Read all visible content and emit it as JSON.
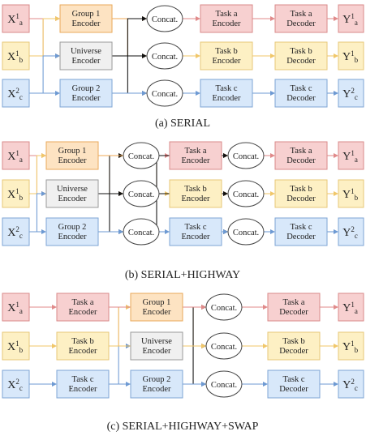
{
  "panels": [
    {
      "caption": "(a) SERIAL",
      "nodes": [
        {
          "id": "x1a",
          "type": "input",
          "base": "X",
          "sup": "1",
          "sub": "a",
          "color": "red"
        },
        {
          "id": "x1b",
          "type": "input",
          "base": "X",
          "sup": "1",
          "sub": "b",
          "color": "yellow"
        },
        {
          "id": "x2c",
          "type": "input",
          "base": "X",
          "sup": "2",
          "sub": "c",
          "color": "blue"
        },
        {
          "id": "g1",
          "type": "box",
          "lines": [
            "Group 1",
            "Encoder"
          ],
          "color": "orange"
        },
        {
          "id": "ue",
          "type": "box",
          "lines": [
            "Universe",
            "Encoder"
          ],
          "color": "gray"
        },
        {
          "id": "g2",
          "type": "box",
          "lines": [
            "Group 2",
            "Encoder"
          ],
          "color": "blue"
        },
        {
          "id": "c1",
          "type": "ellipse",
          "lines": [
            "Concat."
          ]
        },
        {
          "id": "c2",
          "type": "ellipse",
          "lines": [
            "Concat."
          ]
        },
        {
          "id": "c3",
          "type": "ellipse",
          "lines": [
            "Concat."
          ]
        },
        {
          "id": "tea",
          "type": "box",
          "lines": [
            "Task a",
            "Encoder"
          ],
          "color": "red"
        },
        {
          "id": "teb",
          "type": "box",
          "lines": [
            "Task b",
            "Encoder"
          ],
          "color": "yellow"
        },
        {
          "id": "tec",
          "type": "box",
          "lines": [
            "Task c",
            "Encoder"
          ],
          "color": "blue"
        },
        {
          "id": "tda",
          "type": "box",
          "lines": [
            "Task a",
            "Decoder"
          ],
          "color": "red"
        },
        {
          "id": "tdb",
          "type": "box",
          "lines": [
            "Task b",
            "Decoder"
          ],
          "color": "yellow"
        },
        {
          "id": "tdc",
          "type": "box",
          "lines": [
            "Task c",
            "Decoder"
          ],
          "color": "blue"
        },
        {
          "id": "y1a",
          "type": "input",
          "base": "Y",
          "sup": "1",
          "sub": "a",
          "color": "red"
        },
        {
          "id": "y1b",
          "type": "input",
          "base": "Y",
          "sup": "1",
          "sub": "b",
          "color": "yellow"
        },
        {
          "id": "y2c",
          "type": "input",
          "base": "Y",
          "sup": "2",
          "sub": "c",
          "color": "blue"
        }
      ],
      "edges": [
        [
          "x1a",
          "g1",
          "red"
        ],
        [
          "x1a",
          "ue",
          "red"
        ],
        [
          "x1b",
          "g1",
          "yellow"
        ],
        [
          "x1b",
          "ue",
          "yellow"
        ],
        [
          "x2c",
          "g2",
          "blue"
        ],
        [
          "x2c",
          "ue",
          "blue"
        ],
        [
          "g1",
          "c1",
          "orange"
        ],
        [
          "g1",
          "c2",
          "orange"
        ],
        [
          "ue",
          "c1",
          "black"
        ],
        [
          "ue",
          "c2",
          "black"
        ],
        [
          "ue",
          "c3",
          "black"
        ],
        [
          "g2",
          "c3",
          "blue"
        ],
        [
          "c1",
          "tea",
          "red"
        ],
        [
          "c2",
          "teb",
          "yellow"
        ],
        [
          "c3",
          "tec",
          "blue"
        ],
        [
          "tea",
          "tda",
          "red"
        ],
        [
          "teb",
          "tdb",
          "yellow"
        ],
        [
          "tec",
          "tdc",
          "blue"
        ],
        [
          "tda",
          "y1a",
          "red"
        ],
        [
          "tdb",
          "y1b",
          "yellow"
        ],
        [
          "tdc",
          "y2c",
          "blue"
        ]
      ]
    },
    {
      "caption": "(b) SERIAL+HIGHWAY",
      "nodes": [
        {
          "id": "x1a",
          "type": "input",
          "base": "X",
          "sup": "1",
          "sub": "a",
          "color": "red"
        },
        {
          "id": "x1b",
          "type": "input",
          "base": "X",
          "sup": "1",
          "sub": "b",
          "color": "yellow"
        },
        {
          "id": "x2c",
          "type": "input",
          "base": "X",
          "sup": "2",
          "sub": "c",
          "color": "blue"
        },
        {
          "id": "g1",
          "type": "box",
          "lines": [
            "Group 1",
            "Encoder"
          ],
          "color": "orange"
        },
        {
          "id": "ue",
          "type": "box",
          "lines": [
            "Universe",
            "Encoder"
          ],
          "color": "gray"
        },
        {
          "id": "g2",
          "type": "box",
          "lines": [
            "Group 2",
            "Encoder"
          ],
          "color": "blue"
        },
        {
          "id": "c1",
          "type": "ellipse",
          "lines": [
            "Concat."
          ]
        },
        {
          "id": "c2",
          "type": "ellipse",
          "lines": [
            "Concat."
          ]
        },
        {
          "id": "c3",
          "type": "ellipse",
          "lines": [
            "Concat."
          ]
        },
        {
          "id": "tea",
          "type": "box",
          "lines": [
            "Task a",
            "Encoder"
          ],
          "color": "red"
        },
        {
          "id": "teb",
          "type": "box",
          "lines": [
            "Task b",
            "Encoder"
          ],
          "color": "yellow"
        },
        {
          "id": "tec",
          "type": "box",
          "lines": [
            "Task c",
            "Encoder"
          ],
          "color": "blue"
        },
        {
          "id": "c4",
          "type": "ellipse",
          "lines": [
            "Concat."
          ]
        },
        {
          "id": "c5",
          "type": "ellipse",
          "lines": [
            "Concat."
          ]
        },
        {
          "id": "c6",
          "type": "ellipse",
          "lines": [
            "Concat."
          ]
        },
        {
          "id": "tda",
          "type": "box",
          "lines": [
            "Task a",
            "Decoder"
          ],
          "color": "red"
        },
        {
          "id": "tdb",
          "type": "box",
          "lines": [
            "Task b",
            "Decoder"
          ],
          "color": "yellow"
        },
        {
          "id": "tdc",
          "type": "box",
          "lines": [
            "Task c",
            "Decoder"
          ],
          "color": "blue"
        },
        {
          "id": "y1a",
          "type": "input",
          "base": "Y",
          "sup": "1",
          "sub": "a",
          "color": "red"
        },
        {
          "id": "y1b",
          "type": "input",
          "base": "Y",
          "sup": "1",
          "sub": "b",
          "color": "yellow"
        },
        {
          "id": "y2c",
          "type": "input",
          "base": "Y",
          "sup": "2",
          "sub": "c",
          "color": "blue"
        }
      ],
      "edges": [
        [
          "x1a",
          "g1",
          "red"
        ],
        [
          "x1a",
          "ue",
          "red"
        ],
        [
          "x1b",
          "g1",
          "yellow"
        ],
        [
          "x1b",
          "ue",
          "yellow"
        ],
        [
          "x2c",
          "g2",
          "blue"
        ],
        [
          "x2c",
          "ue",
          "blue"
        ],
        [
          "g1",
          "c1",
          "orange"
        ],
        [
          "g1",
          "c2",
          "orange"
        ],
        [
          "ue",
          "c1",
          "black"
        ],
        [
          "ue",
          "c2",
          "black"
        ],
        [
          "ue",
          "c3",
          "black"
        ],
        [
          "g2",
          "c3",
          "blue"
        ],
        [
          "c1",
          "tea",
          "red"
        ],
        [
          "c2",
          "teb",
          "yellow"
        ],
        [
          "c3",
          "tec",
          "blue"
        ],
        [
          "tea",
          "c4",
          "red"
        ],
        [
          "teb",
          "c5",
          "yellow"
        ],
        [
          "tec",
          "c6",
          "blue"
        ],
        [
          "g1",
          "c4",
          "orange"
        ],
        [
          "g1",
          "c5",
          "orange"
        ],
        [
          "ue",
          "c4",
          "black"
        ],
        [
          "ue",
          "c5",
          "black"
        ],
        [
          "ue",
          "c6",
          "black"
        ],
        [
          "g2",
          "c6",
          "blue"
        ],
        [
          "c4",
          "tda",
          "red"
        ],
        [
          "c5",
          "tdb",
          "yellow"
        ],
        [
          "c6",
          "tdc",
          "blue"
        ],
        [
          "tda",
          "y1a",
          "red"
        ],
        [
          "tdb",
          "y1b",
          "yellow"
        ],
        [
          "tdc",
          "y2c",
          "blue"
        ]
      ]
    },
    {
      "caption": "(c) SERIAL+HIGHWAY+SWAP",
      "nodes": [
        {
          "id": "x1a",
          "type": "input",
          "base": "X",
          "sup": "1",
          "sub": "a",
          "color": "red"
        },
        {
          "id": "x1b",
          "type": "input",
          "base": "X",
          "sup": "1",
          "sub": "b",
          "color": "yellow"
        },
        {
          "id": "x2c",
          "type": "input",
          "base": "X",
          "sup": "2",
          "sub": "c",
          "color": "blue"
        },
        {
          "id": "tea",
          "type": "box",
          "lines": [
            "Task a",
            "Encoder"
          ],
          "color": "red"
        },
        {
          "id": "teb",
          "type": "box",
          "lines": [
            "Task b",
            "Encoder"
          ],
          "color": "yellow"
        },
        {
          "id": "tec",
          "type": "box",
          "lines": [
            "Task c",
            "Encoder"
          ],
          "color": "blue"
        },
        {
          "id": "g1",
          "type": "box",
          "lines": [
            "Group 1",
            "Encoder"
          ],
          "color": "orange"
        },
        {
          "id": "ue",
          "type": "box",
          "lines": [
            "Universe",
            "Encoder"
          ],
          "color": "gray"
        },
        {
          "id": "g2",
          "type": "box",
          "lines": [
            "Group 2",
            "Encoder"
          ],
          "color": "blue"
        },
        {
          "id": "c1",
          "type": "ellipse",
          "lines": [
            "Concat."
          ]
        },
        {
          "id": "c2",
          "type": "ellipse",
          "lines": [
            "Concat."
          ]
        },
        {
          "id": "c3",
          "type": "ellipse",
          "lines": [
            "Concat."
          ]
        },
        {
          "id": "tda",
          "type": "box",
          "lines": [
            "Task a",
            "Decoder"
          ],
          "color": "red"
        },
        {
          "id": "tdb",
          "type": "box",
          "lines": [
            "Task b",
            "Decoder"
          ],
          "color": "yellow"
        },
        {
          "id": "tdc",
          "type": "box",
          "lines": [
            "Task c",
            "Decoder"
          ],
          "color": "blue"
        },
        {
          "id": "y1a",
          "type": "input",
          "base": "Y",
          "sup": "1",
          "sub": "a",
          "color": "red"
        },
        {
          "id": "y1b",
          "type": "input",
          "base": "Y",
          "sup": "1",
          "sub": "b",
          "color": "yellow"
        },
        {
          "id": "y2c",
          "type": "input",
          "base": "Y",
          "sup": "2",
          "sub": "c",
          "color": "blue"
        }
      ],
      "edges": [
        [
          "x1a",
          "tea",
          "red"
        ],
        [
          "x1b",
          "teb",
          "yellow"
        ],
        [
          "x2c",
          "tec",
          "blue"
        ],
        [
          "tea",
          "g1",
          "red"
        ],
        [
          "tea",
          "ue",
          "red"
        ],
        [
          "teb",
          "g1",
          "yellow"
        ],
        [
          "teb",
          "ue",
          "yellow"
        ],
        [
          "tec",
          "g2",
          "blue"
        ],
        [
          "tec",
          "ue",
          "blue"
        ],
        [
          "g1",
          "c1",
          "orange"
        ],
        [
          "g1",
          "c2",
          "orange"
        ],
        [
          "ue",
          "c1",
          "black"
        ],
        [
          "ue",
          "c2",
          "black"
        ],
        [
          "ue",
          "c3",
          "black"
        ],
        [
          "g2",
          "c3",
          "blue"
        ],
        [
          "tea",
          "c1",
          "red"
        ],
        [
          "teb",
          "c2",
          "yellow"
        ],
        [
          "tec",
          "c3",
          "blue"
        ],
        [
          "c1",
          "tda",
          "red"
        ],
        [
          "c2",
          "tdb",
          "yellow"
        ],
        [
          "c3",
          "tdc",
          "blue"
        ],
        [
          "tda",
          "y1a",
          "red"
        ],
        [
          "tdb",
          "y1b",
          "yellow"
        ],
        [
          "tdc",
          "y2c",
          "blue"
        ]
      ]
    }
  ],
  "colors": {
    "red": {
      "fill": "#f7d0d0",
      "stroke": "#d98a8a",
      "line": "#e08a8a"
    },
    "yellow": {
      "fill": "#fdf0c4",
      "stroke": "#e7c777",
      "line": "#f0c76a"
    },
    "orange": {
      "fill": "#fde3c2",
      "stroke": "#e9a95b",
      "line": "#efa854"
    },
    "blue": {
      "fill": "#d8e8fa",
      "stroke": "#7ea5d4",
      "line": "#6e9ad3"
    },
    "gray": {
      "fill": "#f0f0f0",
      "stroke": "#9a9a9a",
      "line": "#777777"
    },
    "black": {
      "line": "#111111"
    }
  }
}
